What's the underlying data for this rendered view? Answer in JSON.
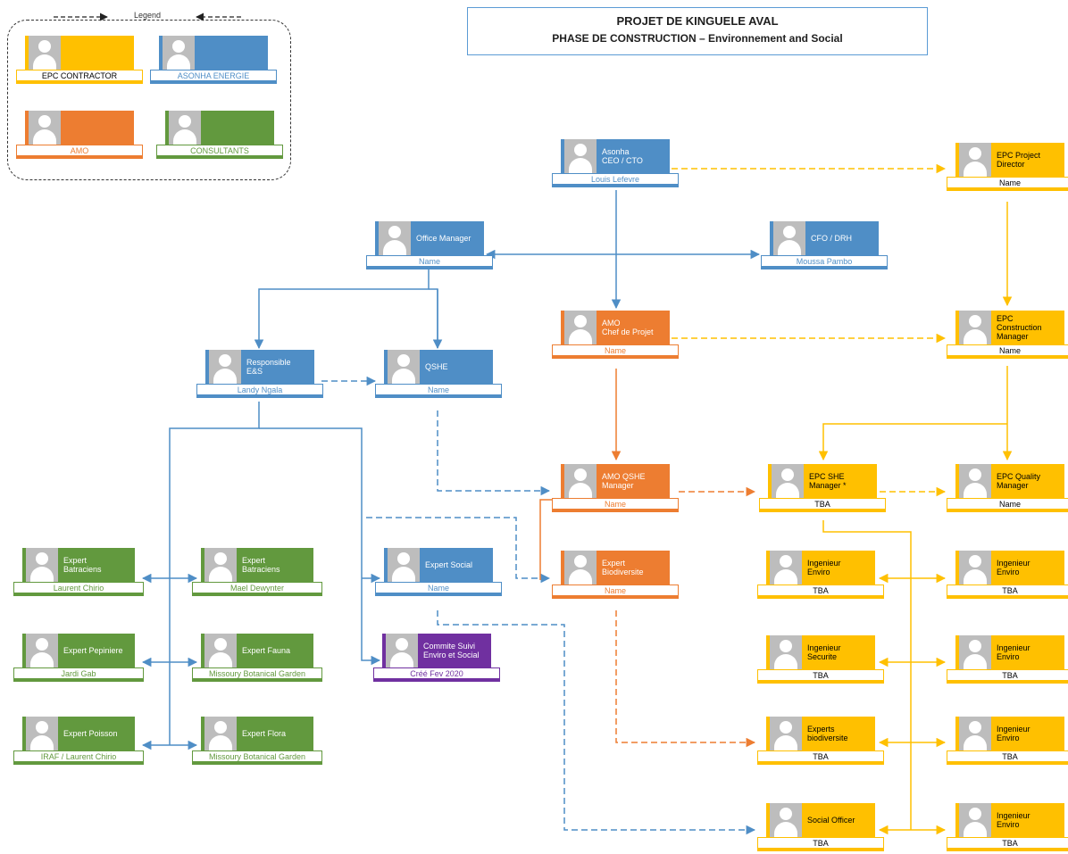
{
  "title": {
    "line1": "PROJET DE KINGUELE AVAL",
    "line2": "PHASE DE CONSTRUCTION – Environnement and Social"
  },
  "legend": {
    "label": "Legend",
    "items": [
      {
        "label": "EPC CONTRACTOR",
        "color": "#ffc000"
      },
      {
        "label": "ASONHA ENERGIE",
        "color": "#4f8ec6"
      },
      {
        "label": "AMO",
        "color": "#ed7d31"
      },
      {
        "label": "CONSULTANTS",
        "color": "#62993e"
      }
    ]
  },
  "colors": {
    "epc": "#ffc000",
    "asonha": "#4f8ec6",
    "amo": "#ed7d31",
    "consultants": "#62993e",
    "committee": "#7030a0"
  },
  "nodes": {
    "asonha_ceo": {
      "role": "Asonha\nCEO / CTO",
      "name": "Louis Lefevre"
    },
    "office_manager": {
      "role": "Office Manager",
      "name": "Name"
    },
    "cfo_drh": {
      "role": "CFO / DRH",
      "name": "Moussa Pambo"
    },
    "responsible_es": {
      "role": "Responsible\nE&S",
      "name": "Landy Ngala"
    },
    "qshe": {
      "role": "QSHE",
      "name": "Name"
    },
    "amo_chef": {
      "role": "AMO\nChef de Projet",
      "name": "Name"
    },
    "amo_qshe": {
      "role": "AMO QSHE\nManager",
      "name": "Name"
    },
    "expert_biodiversite": {
      "role": "Expert\nBiodiversite",
      "name": "Name"
    },
    "expert_social": {
      "role": "Expert Social",
      "name": "Name"
    },
    "commite": {
      "role": "Commite Suivi\nEnviro et Social",
      "name": "Créé Fev 2020"
    },
    "expert_batraciens_1": {
      "role": "Expert\nBatraciens",
      "name": "Laurent Chirio"
    },
    "expert_batraciens_2": {
      "role": "Expert\nBatraciens",
      "name": "Mael Dewynter"
    },
    "expert_pepiniere": {
      "role": "Expert Pepiniere",
      "name": "Jardi Gab"
    },
    "expert_fauna": {
      "role": "Expert Fauna",
      "name": "Missoury Botanical Garden"
    },
    "expert_poisson": {
      "role": "Expert Poisson",
      "name": "IRAF / Laurent Chirio"
    },
    "expert_flora": {
      "role": "Expert Flora",
      "name": "Missoury Botanical Garden"
    },
    "epc_director": {
      "role": "EPC Project\nDirector",
      "name": "Name"
    },
    "epc_construction": {
      "role": "EPC\nConstruction\nManager",
      "name": "Name"
    },
    "epc_she": {
      "role": "EPC SHE\nManager *",
      "name": "TBA"
    },
    "epc_quality": {
      "role": "EPC Quality\nManager",
      "name": "Name"
    },
    "ing_enviro_1": {
      "role": "Ingenieur\nEnviro",
      "name": "TBA"
    },
    "ing_enviro_2": {
      "role": "Ingenieur\nEnviro",
      "name": "TBA"
    },
    "ing_securite": {
      "role": "Ingenieur\nSecurite",
      "name": "TBA"
    },
    "ing_enviro_3": {
      "role": "Ingenieur\nEnviro",
      "name": "TBA"
    },
    "experts_biodiversite": {
      "role": "Experts\nbiodiversite",
      "name": "TBA"
    },
    "ing_enviro_4": {
      "role": "Ingenieur\nEnviro",
      "name": "TBA"
    },
    "social_officer": {
      "role": "Social Officer",
      "name": "TBA"
    },
    "ing_enviro_5": {
      "role": "Ingenieur\nEnviro",
      "name": "TBA"
    }
  }
}
